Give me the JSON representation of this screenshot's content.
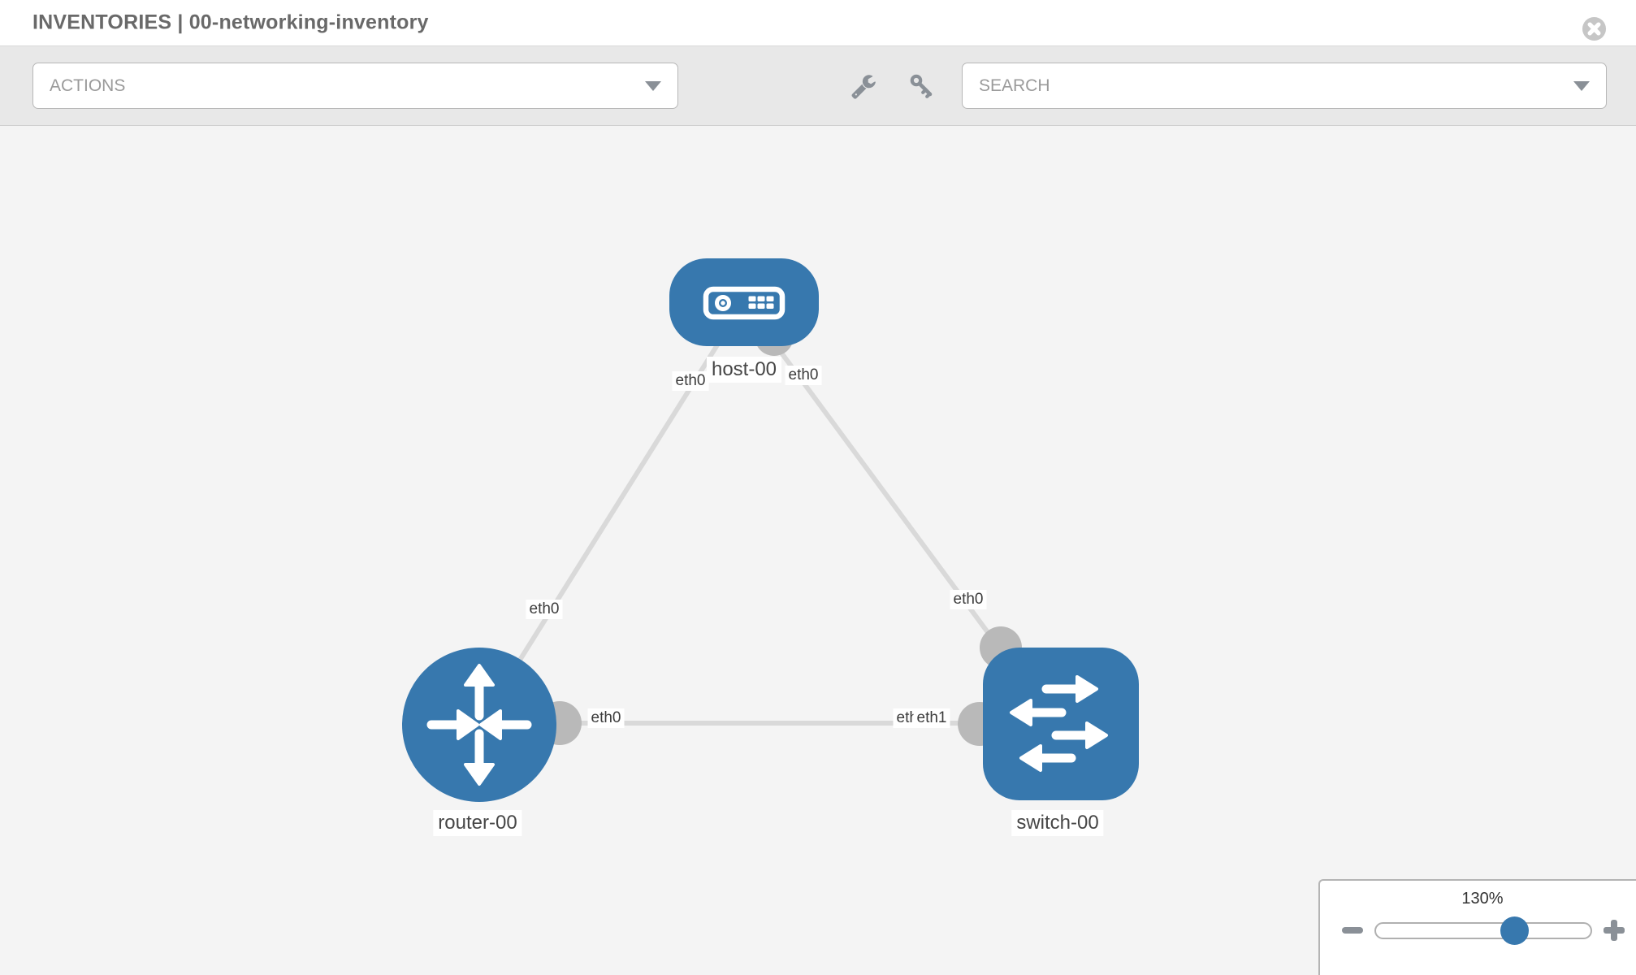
{
  "header": {
    "title": "INVENTORIES | 00-networking-inventory",
    "close_icon": "times-circle"
  },
  "toolbar": {
    "actions_label": "ACTIONS",
    "search_placeholder": "SEARCH",
    "icons": [
      "wrench",
      "key",
      "chevron-down"
    ]
  },
  "topology": {
    "nodes": [
      {
        "id": "host-00",
        "type": "host",
        "label": "host-00"
      },
      {
        "id": "router-00",
        "type": "router",
        "label": "router-00"
      },
      {
        "id": "switch-00",
        "type": "switch",
        "label": "switch-00"
      }
    ],
    "links": [
      {
        "source": "host-00",
        "source_iface": "eth0",
        "target": "router-00",
        "target_iface": "eth0"
      },
      {
        "source": "host-00",
        "source_iface": "eth0",
        "target": "switch-00",
        "target_iface": "eth0"
      },
      {
        "source": "router-00",
        "source_iface": "eth0",
        "target": "switch-00",
        "target_iface": "eth1"
      }
    ],
    "iface_labels": {
      "host_router_at_host": "eth0",
      "host_router_at_router": "eth0",
      "host_switch_at_host": "eth0",
      "host_switch_at_switch": "eth0",
      "router_switch_at_router": "eth0",
      "router_switch_at_switch_hidden": "eth0",
      "router_switch_at_switch": "eth1"
    }
  },
  "zoom_control": {
    "level_label": "130%",
    "minus_icon": "minus",
    "plus_icon": "plus"
  },
  "colors": {
    "node_blue": "#3778ae",
    "link_gray": "#d9d9d9",
    "port_gray": "#b9b9b9",
    "toolbar_bg": "#e8e8e8",
    "canvas_bg": "#f4f4f4"
  }
}
